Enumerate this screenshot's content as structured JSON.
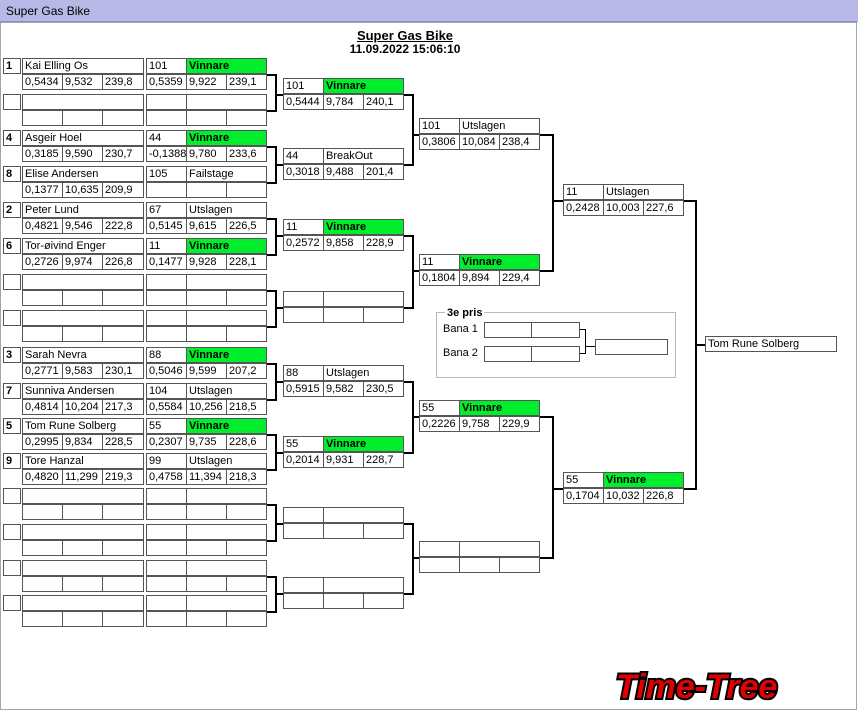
{
  "window": {
    "title": "Super Gas Bike"
  },
  "event": {
    "title": "Super Gas Bike",
    "datetime": "11.09.2022 15:06:10"
  },
  "round1": [
    {
      "seed": "1",
      "name": "Kai Elling Os",
      "rt": "0,5434",
      "et": "9,532",
      "speed": "239,8"
    },
    {
      "seed": "",
      "name": "",
      "rt": "",
      "et": "",
      "speed": ""
    },
    {
      "seed": "4",
      "name": "Asgeir Hoel",
      "rt": "0,3185",
      "et": "9,590",
      "speed": "230,7"
    },
    {
      "seed": "8",
      "name": "Elise  Andersen",
      "rt": "0,1377",
      "et": "10,635",
      "speed": "209,9"
    },
    {
      "seed": "2",
      "name": "Peter Lund",
      "rt": "0,4821",
      "et": "9,546",
      "speed": "222,8"
    },
    {
      "seed": "6",
      "name": "Tor-øivind Enger",
      "rt": "0,2726",
      "et": "9,974",
      "speed": "226,8"
    },
    {
      "seed": "",
      "name": "",
      "rt": "",
      "et": "",
      "speed": ""
    },
    {
      "seed": "",
      "name": "",
      "rt": "",
      "et": "",
      "speed": ""
    },
    {
      "seed": "3",
      "name": "Sarah Nevra",
      "rt": "0,2771",
      "et": "9,583",
      "speed": "230,1"
    },
    {
      "seed": "7",
      "name": "Sunniva Andersen",
      "rt": "0,4814",
      "et": "10,204",
      "speed": "217,3"
    },
    {
      "seed": "5",
      "name": "Tom Rune Solberg",
      "rt": "0,2995",
      "et": "9,834",
      "speed": "228,5"
    },
    {
      "seed": "9",
      "name": "Tore Hanzal",
      "rt": "0,4820",
      "et": "11,299",
      "speed": "219,3"
    },
    {
      "seed": "",
      "name": "",
      "rt": "",
      "et": "",
      "speed": ""
    },
    {
      "seed": "",
      "name": "",
      "rt": "",
      "et": "",
      "speed": ""
    },
    {
      "seed": "",
      "name": "",
      "rt": "",
      "et": "",
      "speed": ""
    },
    {
      "seed": "",
      "name": "",
      "rt": "",
      "et": "",
      "speed": ""
    }
  ],
  "round2": [
    {
      "num": "101",
      "status": "Vinnare",
      "rt": "0,5359",
      "et": "9,922",
      "speed": "239,1",
      "winner": true
    },
    {
      "num": "",
      "status": "",
      "rt": "",
      "et": "",
      "speed": "",
      "winner": false
    },
    {
      "num": "44",
      "status": "Vinnare",
      "rt": "-0,1388",
      "et": "9,780",
      "speed": "233,6",
      "winner": true
    },
    {
      "num": "105",
      "status": "Failstage",
      "rt": "",
      "et": "",
      "speed": "",
      "winner": false
    },
    {
      "num": "67",
      "status": "Utslagen",
      "rt": "0,5145",
      "et": "9,615",
      "speed": "226,5",
      "winner": false
    },
    {
      "num": "11",
      "status": "Vinnare",
      "rt": "0,1477",
      "et": "9,928",
      "speed": "228,1",
      "winner": true
    },
    {
      "num": "",
      "status": "",
      "rt": "",
      "et": "",
      "speed": "",
      "winner": false
    },
    {
      "num": "",
      "status": "",
      "rt": "",
      "et": "",
      "speed": "",
      "winner": false
    },
    {
      "num": "88",
      "status": "Vinnare",
      "rt": "0,5046",
      "et": "9,599",
      "speed": "207,2",
      "winner": true
    },
    {
      "num": "104",
      "status": "Utslagen",
      "rt": "0,5584",
      "et": "10,256",
      "speed": "218,5",
      "winner": false
    },
    {
      "num": "55",
      "status": "Vinnare",
      "rt": "0,2307",
      "et": "9,735",
      "speed": "228,6",
      "winner": true
    },
    {
      "num": "99",
      "status": "Utslagen",
      "rt": "0,4758",
      "et": "11,394",
      "speed": "218,3",
      "winner": false
    },
    {
      "num": "",
      "status": "",
      "rt": "",
      "et": "",
      "speed": "",
      "winner": false
    },
    {
      "num": "",
      "status": "",
      "rt": "",
      "et": "",
      "speed": "",
      "winner": false
    },
    {
      "num": "",
      "status": "",
      "rt": "",
      "et": "",
      "speed": "",
      "winner": false
    },
    {
      "num": "",
      "status": "",
      "rt": "",
      "et": "",
      "speed": "",
      "winner": false
    }
  ],
  "round3": [
    {
      "num": "101",
      "status": "Vinnare",
      "rt": "0,5444",
      "et": "9,784",
      "speed": "240,1",
      "winner": true
    },
    {
      "num": "44",
      "status": "BreakOut",
      "rt": "0,3018",
      "et": "9,488",
      "speed": "201,4",
      "winner": false
    },
    {
      "num": "11",
      "status": "Vinnare",
      "rt": "0,2572",
      "et": "9,858",
      "speed": "228,9",
      "winner": true
    },
    {
      "num": "",
      "status": "",
      "rt": "",
      "et": "",
      "speed": "",
      "winner": false
    },
    {
      "num": "88",
      "status": "Utslagen",
      "rt": "0,5915",
      "et": "9,582",
      "speed": "230,5",
      "winner": false
    },
    {
      "num": "55",
      "status": "Vinnare",
      "rt": "0,2014",
      "et": "9,931",
      "speed": "228,7",
      "winner": true
    },
    {
      "num": "",
      "status": "",
      "rt": "",
      "et": "",
      "speed": "",
      "winner": false
    },
    {
      "num": "",
      "status": "",
      "rt": "",
      "et": "",
      "speed": "",
      "winner": false
    }
  ],
  "round4": [
    {
      "num": "101",
      "status": "Utslagen",
      "rt": "0,3806",
      "et": "10,084",
      "speed": "238,4",
      "winner": false
    },
    {
      "num": "11",
      "status": "Vinnare",
      "rt": "0,1804",
      "et": "9,894",
      "speed": "229,4",
      "winner": true
    },
    {
      "num": "55",
      "status": "Vinnare",
      "rt": "0,2226",
      "et": "9,758",
      "speed": "229,9",
      "winner": true
    },
    {
      "num": "",
      "status": "",
      "rt": "",
      "et": "",
      "speed": "",
      "winner": false
    }
  ],
  "round5": [
    {
      "num": "11",
      "status": "Utslagen",
      "rt": "0,2428",
      "et": "10,003",
      "speed": "227,6",
      "winner": false
    },
    {
      "num": "55",
      "status": "Vinnare",
      "rt": "0,1704",
      "et": "10,032",
      "speed": "226,8",
      "winner": true
    }
  ],
  "champion": {
    "name": "Tom Rune Solberg"
  },
  "third_place": {
    "title": "3e pris",
    "lanes": [
      {
        "label": "Bana 1",
        "a": "",
        "b": ""
      },
      {
        "label": "Bana 2",
        "a": "",
        "b": ""
      }
    ],
    "result": ""
  },
  "brand": {
    "logo_text": "Time-Tree",
    "logo_color": "#e00000"
  },
  "colors": {
    "winner_bg": "#00ee2c",
    "titlebar": "#b8b8e6"
  }
}
